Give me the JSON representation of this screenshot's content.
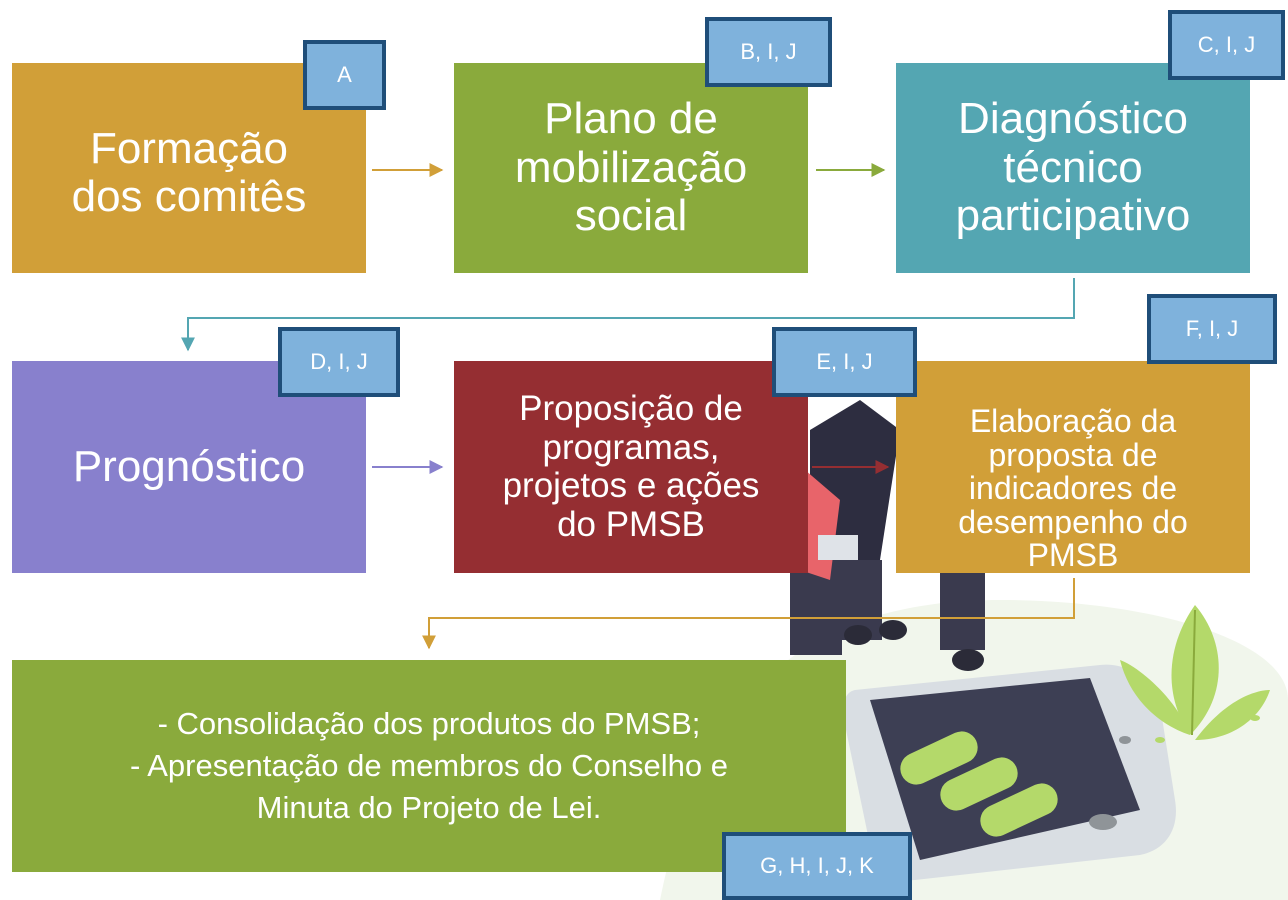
{
  "stages": {
    "s1": {
      "lines": [
        "Formação",
        "dos comitês"
      ],
      "tag": "A",
      "color": "#d19f38"
    },
    "s2": {
      "lines": [
        "Plano de",
        "mobilização",
        "social"
      ],
      "tag": "B, I, J",
      "color": "#8aaa3c"
    },
    "s3": {
      "lines": [
        "Diagnóstico",
        "técnico",
        "participativo"
      ],
      "tag": "C, I, J",
      "color": "#54a6b2"
    },
    "s4": {
      "lines": [
        "Prognóstico"
      ],
      "tag": "D, I, J",
      "color": "#8880cd"
    },
    "s5": {
      "lines": [
        "Proposição de",
        "programas,",
        "projetos e ações",
        "do PMSB"
      ],
      "tag": "E, I, J",
      "color": "#952e32"
    },
    "s6": {
      "lines": [
        "Elaboração da",
        "proposta de",
        "indicadores de",
        "desempenho do",
        "PMSB"
      ],
      "tag": "F, I, J",
      "color": "#d19f38"
    },
    "s7": {
      "lines": [
        "- Consolidação dos produtos do PMSB;",
        "- Apresentação de membros do Conselho e",
        "Minuta do Projeto de Lei."
      ],
      "tag": "G, H, I, J, K",
      "color": "#8aaa3c"
    }
  },
  "tag_colors": {
    "fill": "#7fb2dc",
    "border": "#1f4e79"
  }
}
